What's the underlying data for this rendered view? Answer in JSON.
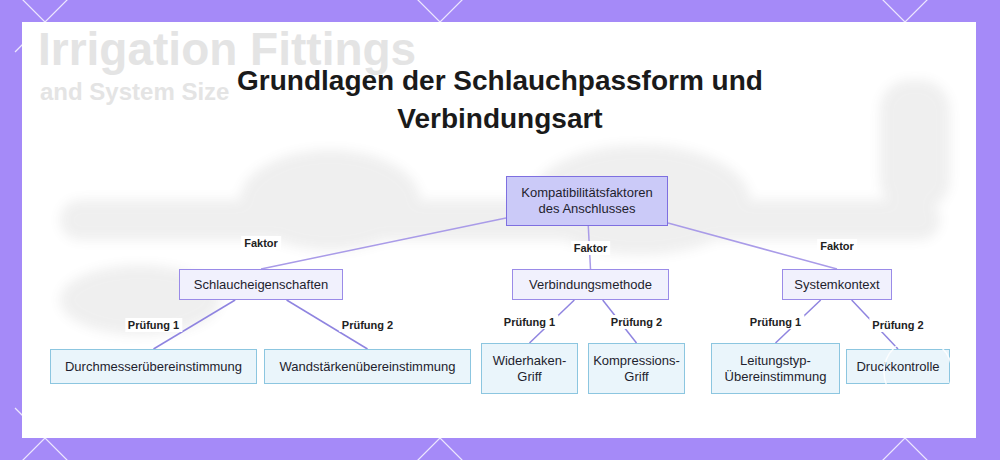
{
  "diagram": {
    "title": "Grundlagen der Schlauchpassform und Verbindungsart",
    "nodes": [
      {
        "text": [
          "Kompatibilitätsfaktoren des Anschlusses"
        ]
      },
      {
        "text": [
          "Schlaucheigenschaften"
        ]
      },
      {
        "text": [
          "Verbindungsmethode"
        ]
      },
      {
        "text": [
          "Systemkontext"
        ]
      },
      {
        "text": [
          "Durchmesserübereinstimmung"
        ]
      },
      {
        "text": [
          "Wandstärkenübereinstimmung"
        ]
      },
      {
        "text": [
          "Widerhaken-Griff"
        ]
      },
      {
        "text": [
          "Kompressions-Griff"
        ]
      },
      {
        "text": [
          "Leitungstyp-Übereinstimmung"
        ]
      },
      {
        "text": [
          "Druckkontrolle"
        ]
      }
    ],
    "edges": [
      {
        "from": 0,
        "to": 1,
        "label": "Faktor",
        "arrow": "none"
      },
      {
        "from": 0,
        "to": 2,
        "label": "Faktor",
        "arrow": "none"
      },
      {
        "from": 0,
        "to": 3,
        "label": "Faktor",
        "arrow": "none"
      },
      {
        "from": 1,
        "to": 4,
        "label": "Prüfung 1",
        "arrow": "none"
      },
      {
        "from": 1,
        "to": 5,
        "label": "Prüfung 2",
        "arrow": "none"
      },
      {
        "from": 2,
        "to": 6,
        "label": "Prüfung 1",
        "arrow": "none"
      },
      {
        "from": 2,
        "to": 7,
        "label": "Prüfung 2",
        "arrow": "none"
      },
      {
        "from": 3,
        "to": 8,
        "label": "Prüfung 1",
        "arrow": "none"
      },
      {
        "from": 3,
        "to": 9,
        "label": "Prüfung 2",
        "arrow": "none"
      }
    ],
    "labels": [
      "Irrigation Fittings",
      "and System Size"
    ]
  }
}
